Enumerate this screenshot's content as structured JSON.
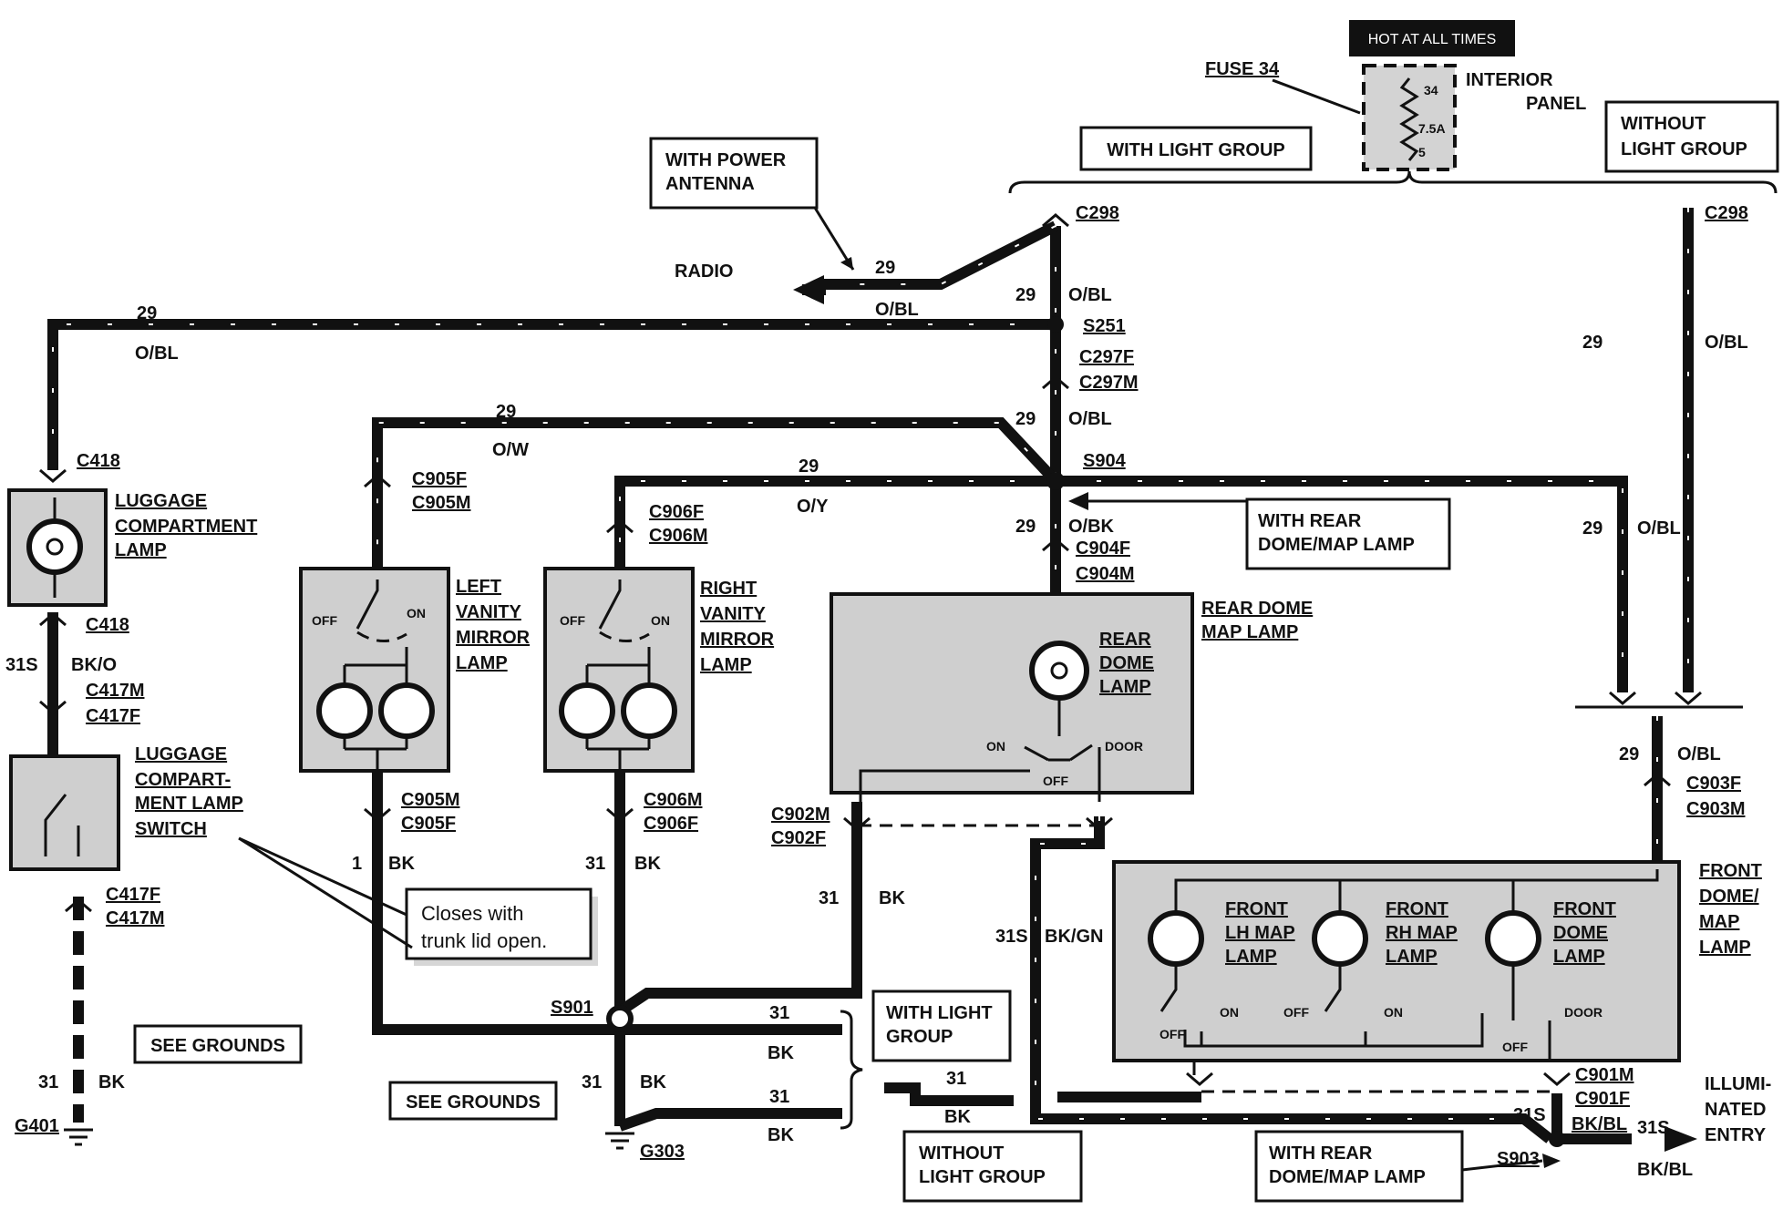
{
  "labels": {
    "hot": "HOT AT ALL TIMES",
    "fuse": "FUSE 34",
    "fuse_top": "34",
    "fuse_amp": "7.5A",
    "fuse_bot": "5",
    "interior": "INTERIOR",
    "panel": "PANEL",
    "with_light_group": "WITH LIGHT GROUP",
    "without_light_group_1": "WITHOUT",
    "without_light_group_2": "LIGHT GROUP",
    "with_power_antenna_1": "WITH POWER",
    "with_power_antenna_2": "ANTENNA",
    "radio": "RADIO",
    "c298": "C298",
    "s251": "S251",
    "c297f": "C297F",
    "c297m": "C297M",
    "s904": "S904",
    "c904f": "C904F",
    "c904m": "C904M",
    "c418": "C418",
    "c417m": "C417M",
    "c417f": "C417F",
    "c905f": "C905F",
    "c905m": "C905M",
    "c906f": "C906F",
    "c906m": "C906M",
    "c902m": "C902M",
    "c902f": "C902F",
    "c903f": "C903F",
    "c903m": "C903M",
    "c901m": "C901M",
    "c901f": "C901F",
    "s901": "S901",
    "s903": "S903",
    "g401": "G401",
    "g303": "G303",
    "w29": "29",
    "w31": "31",
    "w31s": "31S",
    "w1": "1",
    "obl": "O/BL",
    "ow": "O/W",
    "oy": "O/Y",
    "obk": "O/BK",
    "bk": "BK",
    "bko": "BK/O",
    "bkgn": "BK/GN",
    "bkbl": "BK/BL",
    "off": "OFF",
    "on": "ON",
    "door": "DOOR",
    "luggage_lamp": [
      "LUGGAGE",
      "COMPARTMENT",
      "LAMP"
    ],
    "luggage_switch": [
      "LUGGAGE",
      "COMPART-",
      "MENT LAMP",
      "SWITCH"
    ],
    "closes_1": "Closes with",
    "closes_2": "trunk lid open.",
    "see_grounds": "SEE GROUNDS",
    "left_vanity": [
      "LEFT",
      "VANITY",
      "MIRROR",
      "LAMP"
    ],
    "right_vanity": [
      "RIGHT",
      "VANITY",
      "MIRROR",
      "LAMP"
    ],
    "rear_dome_title": [
      "REAR  DOME",
      "MAP LAMP"
    ],
    "rear_dome_inner": [
      "REAR",
      "DOME",
      "LAMP"
    ],
    "with_rear_dome_1": "WITH REAR",
    "with_rear_dome_2": "DOME/MAP LAMP",
    "front_dome_title": [
      "FRONT",
      "DOME/",
      "MAP",
      "LAMP"
    ],
    "front_lh": [
      "FRONT",
      "LH MAP",
      "LAMP"
    ],
    "front_rh": [
      "FRONT",
      "RH MAP",
      "LAMP"
    ],
    "front_dome": [
      "FRONT",
      "DOME",
      "LAMP"
    ],
    "with_light_group_box_1": "WITH LIGHT",
    "with_light_group_box_2": "GROUP",
    "without_light_group_box_1": "WITHOUT",
    "without_light_group_box_2": "LIGHT GROUP",
    "illuminated": [
      "ILLUMI-",
      "NATED",
      "ENTRY"
    ]
  }
}
